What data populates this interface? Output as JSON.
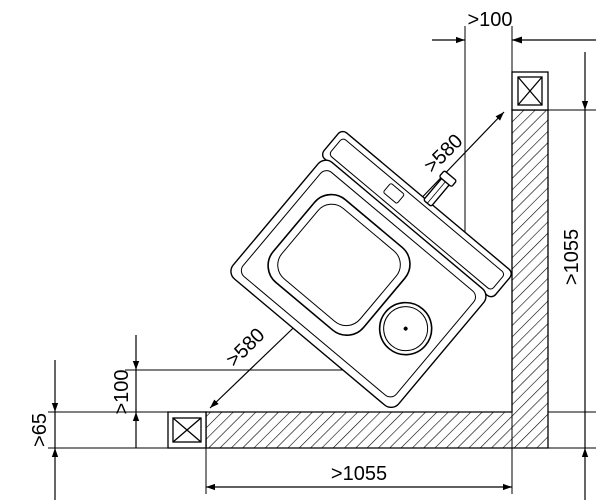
{
  "colors": {
    "ink": "#000000",
    "background": "#ffffff"
  },
  "dimensions": {
    "top_clearance": ">100",
    "side_wall_length": ">1055",
    "diagonal_upper": ">580",
    "diagonal_lower": ">580",
    "left_clearance": ">100",
    "wall_thickness": ">65",
    "bottom_wall_length": ">1055"
  }
}
